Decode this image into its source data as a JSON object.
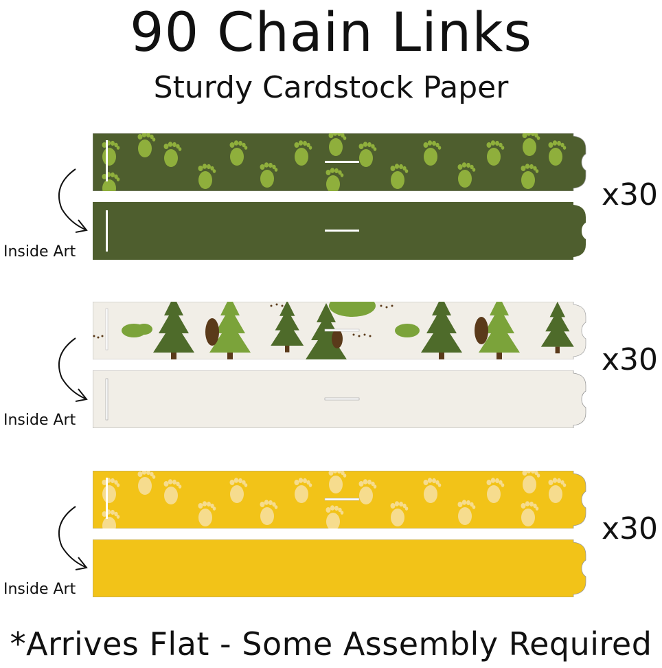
{
  "header": {
    "title": "90 Chain Links",
    "subtitle": "Sturdy Cardstock Paper"
  },
  "footer": {
    "note": "*Arrives Flat - Some Assembly Required"
  },
  "sets": [
    {
      "quantity": "x30",
      "inside_label": "Inside Art",
      "pattern": "bigfoot-footprints",
      "outside_color": "#4E5E2E",
      "inside_color": "#4E5E2E",
      "accent": "#8FAF3C"
    },
    {
      "quantity": "x30",
      "inside_label": "Inside Art",
      "pattern": "pine-trees-and-bigfoot",
      "outside_color": "#F1EEE7",
      "inside_color": "#F1EEE7",
      "accent": "#7BA33A"
    },
    {
      "quantity": "x30",
      "inside_label": "Inside Art",
      "pattern": "bigfoot-footprints",
      "outside_color": "#F2C318",
      "inside_color": "#F2C318",
      "accent": "#F6DC8E"
    }
  ]
}
